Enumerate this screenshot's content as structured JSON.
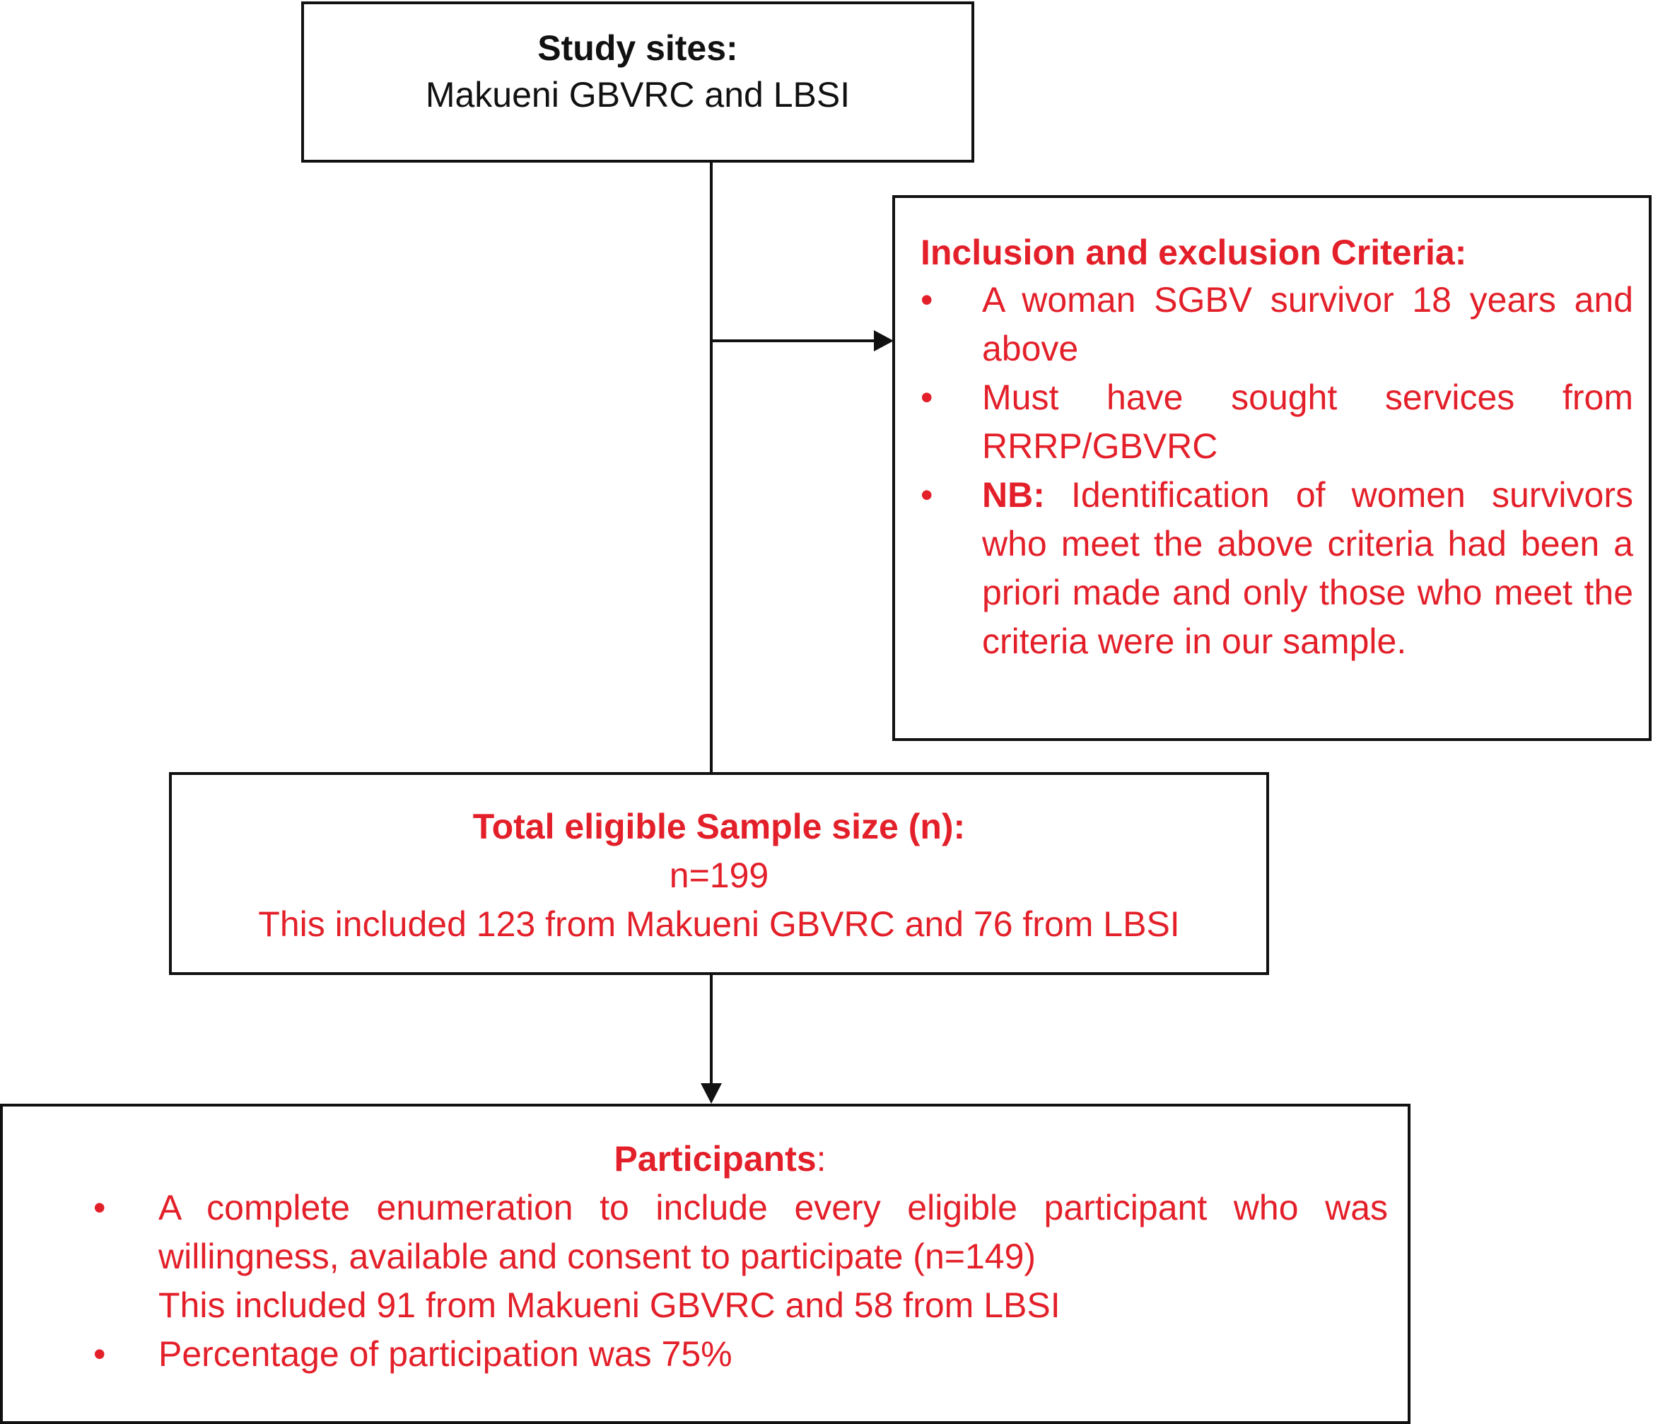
{
  "study_sites": {
    "title": "Study sites:",
    "subtitle": "Makueni GBVRC and LBSI"
  },
  "criteria": {
    "title": "Inclusion and exclusion Criteria:",
    "bullet": "•",
    "items": [
      {
        "label": "",
        "text": "A woman SGBV survivor 18 years and above"
      },
      {
        "label": "",
        "text": "Must have sought services from RRRP/GBVRC"
      },
      {
        "label": "NB:",
        "text": "Identification of women survivors who meet the above criteria had been a priori made and only those who meet the criteria were in our sample."
      }
    ]
  },
  "total_sample": {
    "title": "Total eligible Sample size (n):",
    "n": "n=199",
    "breakdown": "This included 123 from Makueni GBVRC and 76 from LBSI"
  },
  "participants": {
    "title": "Participants",
    "title_suffix": ":",
    "bullet": "•",
    "item1_line1": "A complete enumeration to include every eligible participant who was",
    "item1_line2": "willingness, available and consent to participate (n=149)",
    "item1_line3": "This included 91 from Makueni GBVRC and 58 from LBSI",
    "item2": "Percentage of participation was 75%"
  },
  "colors": {
    "text_black": "#111111",
    "text_red": "#e3202a",
    "border": "#111111"
  }
}
